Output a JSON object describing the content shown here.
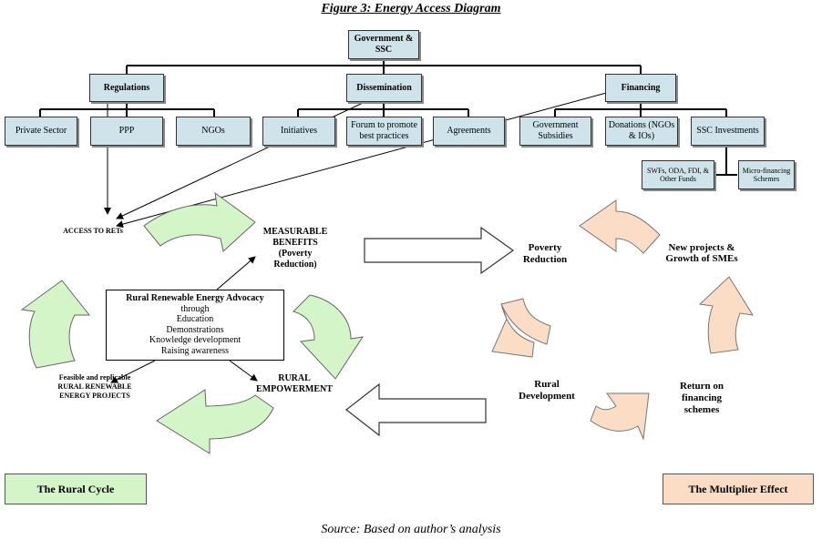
{
  "figure_title": "Figure 3: Energy Access Diagram",
  "source": "Source: Based on author’s analysis",
  "top_box": "Government & SSC",
  "level2": {
    "regulations": "Regulations",
    "dissemination": "Dissemination",
    "financing": "Financing"
  },
  "level3": {
    "private_sector": "Private Sector",
    "ppp": "PPP",
    "ngos": "NGOs",
    "initiatives": "Initiatives",
    "forum": "Forum to promote best practices",
    "agreements": "Agreements",
    "gov_subsidies": "Government Subsidies",
    "donations": "Donations (NGOs & IOs)",
    "ssc_investments": "SSC Investments"
  },
  "level4": {
    "swfs": "SWFs, ODA, FDI, & Other Funds",
    "micro_financing": "Micro-financing Schemes"
  },
  "rural_cycle": {
    "access": "ACCESS TO RETs",
    "benefits": "MEASURABLE BENEFITS (Poverty Reduction)",
    "empowerment": "RURAL EMPOWERMENT",
    "projects": "Feasible and replicable RURAL RENEWABLE ENERGY PROJECTS",
    "label": "The Rural Cycle"
  },
  "advocacy": {
    "head": "Rural Renewable Energy Advocacy",
    "line1": "through",
    "line2": "Education",
    "line3": "Demonstrations",
    "line4": "Knowledge development",
    "line5": "Raising awareness"
  },
  "multiplier": {
    "poverty": "Poverty Reduction",
    "new_projects": "New projects & Growth of SMEs",
    "return": "Return on financing schemes",
    "rural_dev": "Rural Development",
    "label": "The Multiplier Effect"
  },
  "colors": {
    "box_fill": "#cfe4ea",
    "green": "#d3f5c8",
    "peach": "#fbdcc4"
  }
}
